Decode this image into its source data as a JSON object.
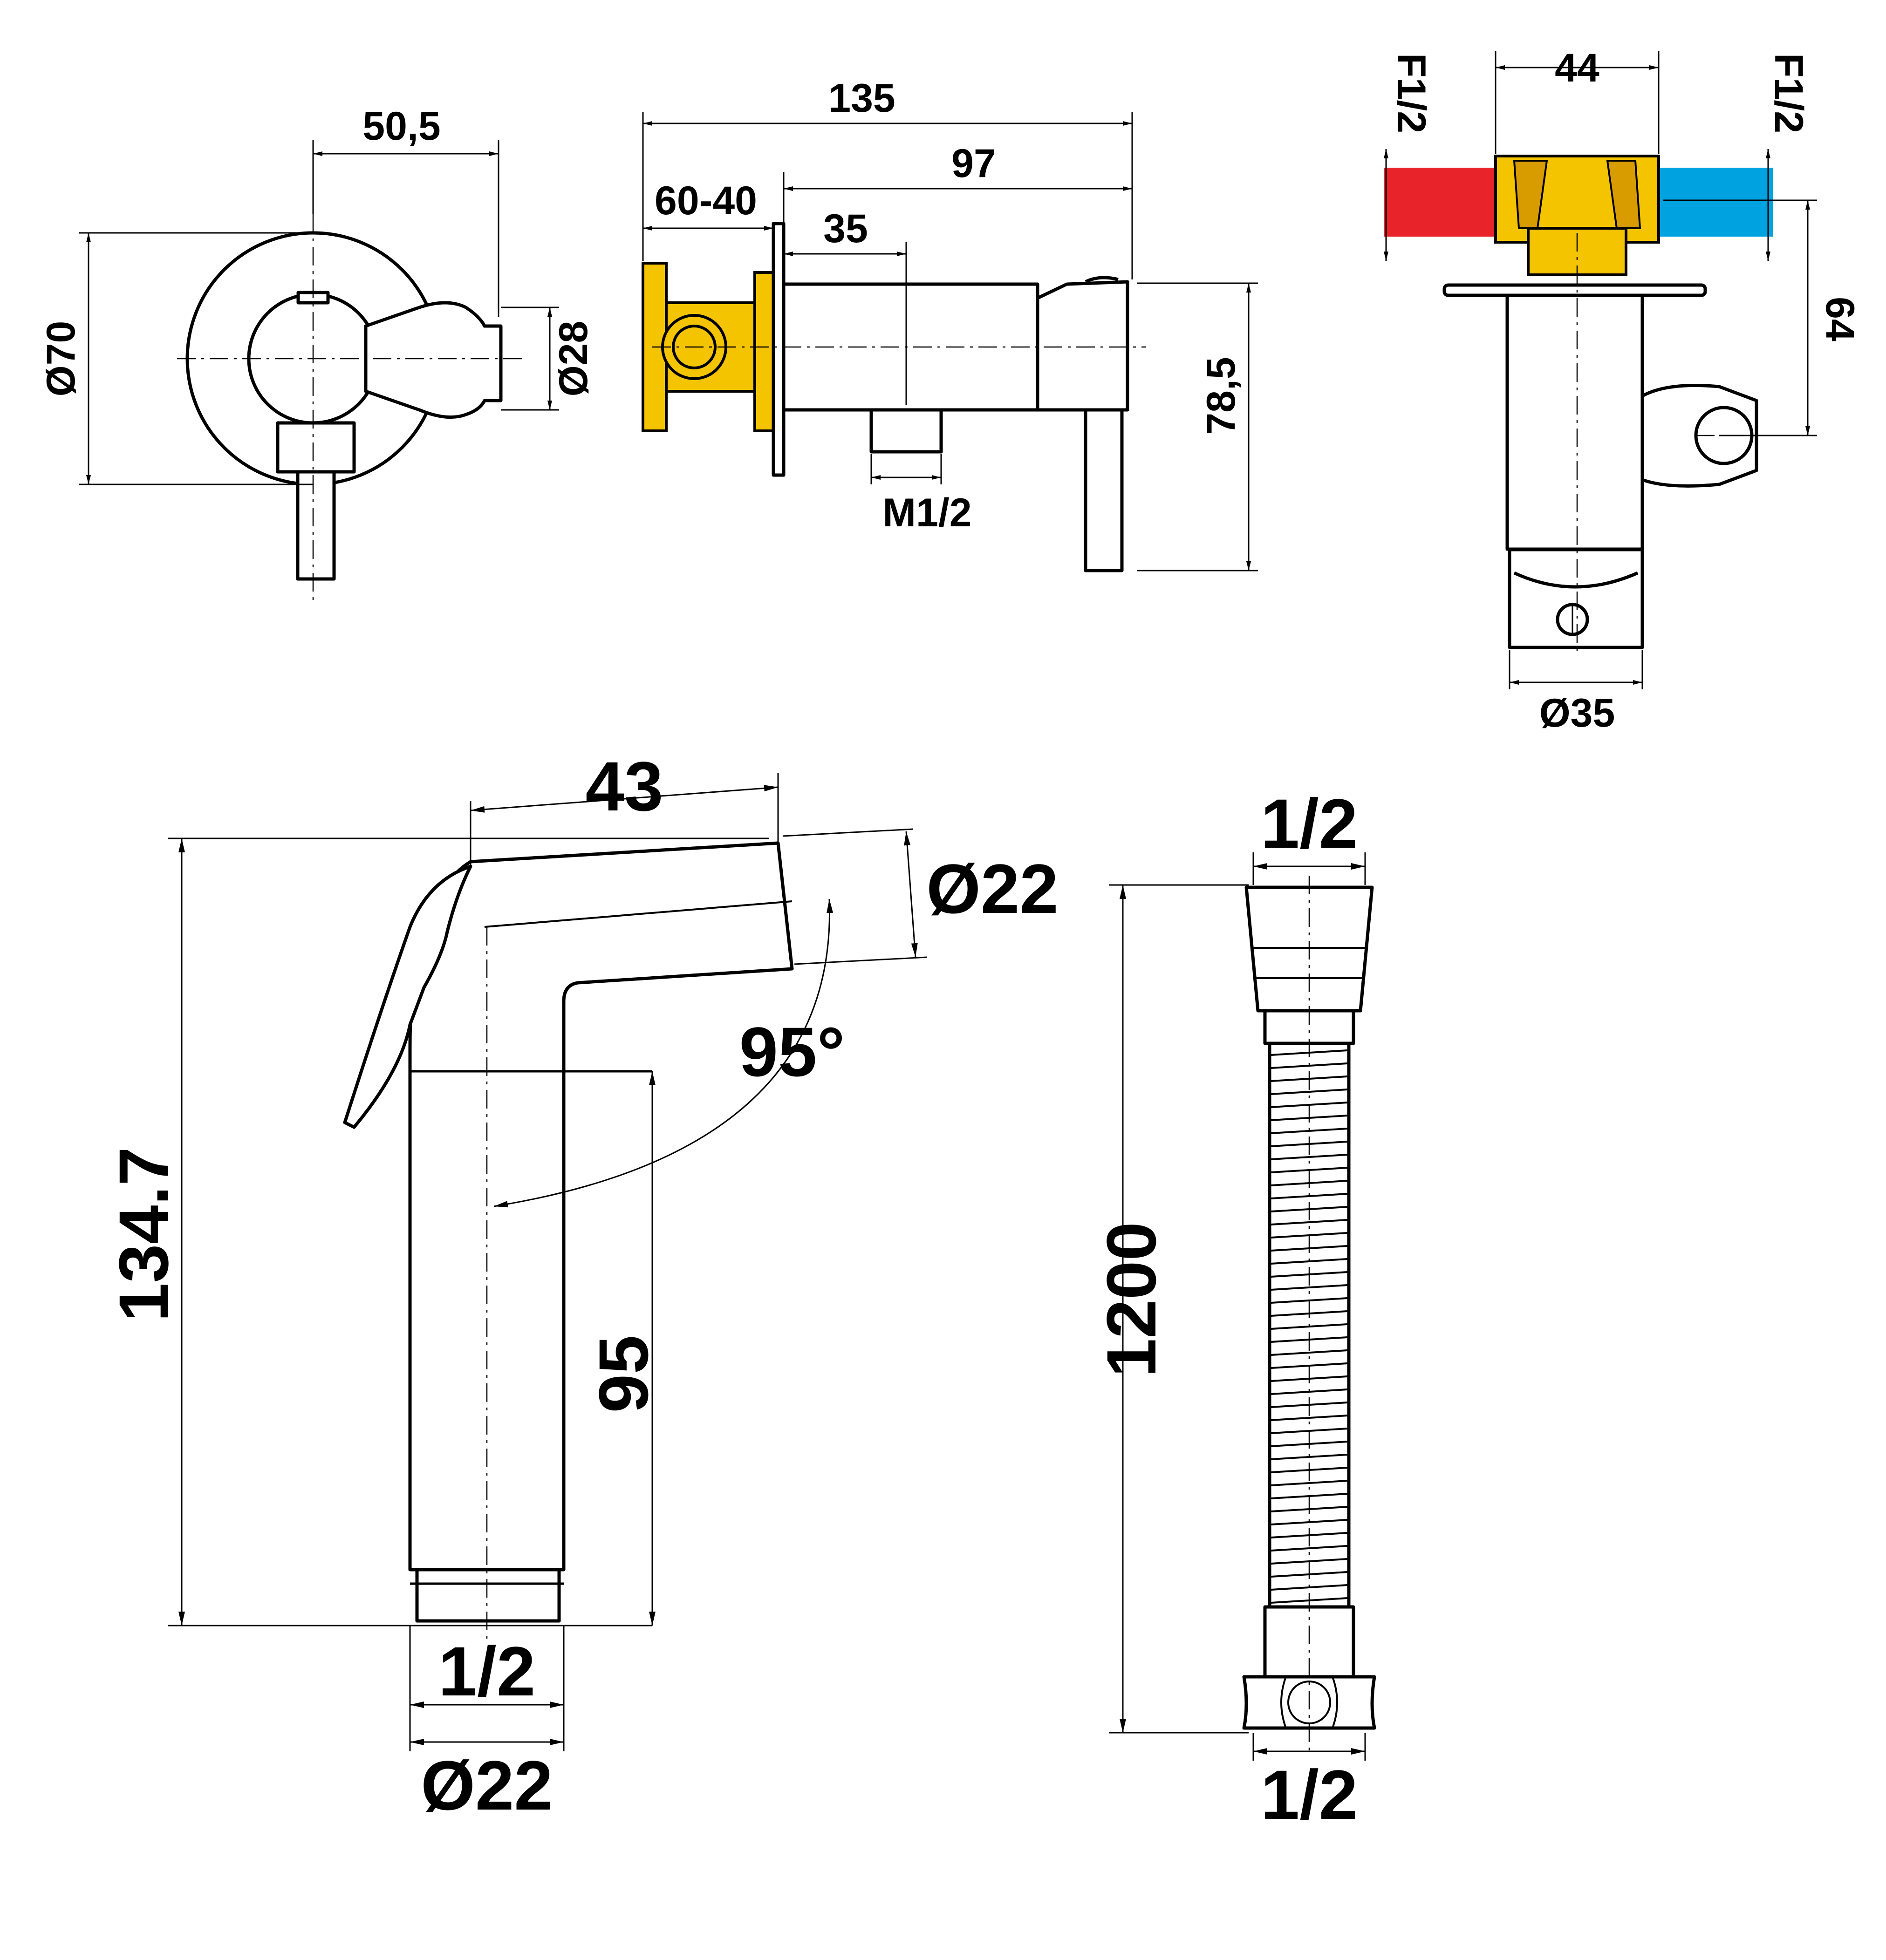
{
  "top_left_view": {
    "dim_width": "50,5",
    "dim_flange_dia": "Ø70",
    "dim_knob_dia": "Ø28"
  },
  "side_view": {
    "dim_total": "135",
    "dim_body": "97",
    "dim_wall": "60-40",
    "dim_outlet_offset": "35",
    "dim_height": "78,5",
    "dim_outlet_thread": "M1/2"
  },
  "right_view": {
    "dim_width": "44",
    "dim_inlet_left": "F1/2",
    "dim_inlet_right": "F1/2",
    "dim_height": "64",
    "dim_base_dia": "Ø35",
    "colors": {
      "hot": "#e8232a",
      "cold": "#00a3e0",
      "brass": "#f5c400"
    }
  },
  "handshower": {
    "dim_head_length": "43",
    "dim_head_dia": "Ø22",
    "dim_angle": "95°",
    "dim_total_height": "134.7",
    "dim_grip_height": "95",
    "dim_thread": "1/2",
    "dim_base_dia": "Ø22"
  },
  "hose": {
    "dim_top_thread": "1/2",
    "dim_length": "1200",
    "dim_bottom_thread": "1/2"
  }
}
